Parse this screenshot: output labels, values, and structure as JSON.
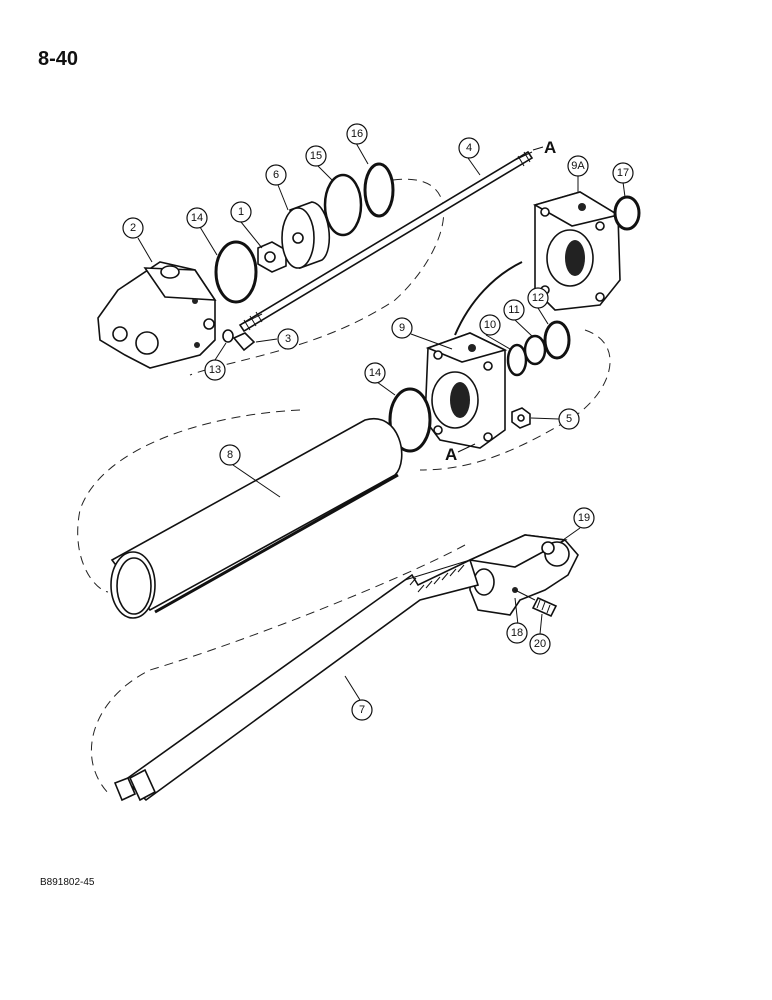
{
  "page": {
    "number": "8-40",
    "figure_code": "B891802-45"
  },
  "reference_marks": {
    "top": "A",
    "bottom": "A"
  },
  "callouts": {
    "c1": "1",
    "c2": "2",
    "c3": "3",
    "c4": "4",
    "c5": "5",
    "c6": "6",
    "c7": "7",
    "c8": "8",
    "c9": "9",
    "c9a": "9A",
    "c10": "10",
    "c11": "11",
    "c12": "12",
    "c13": "13",
    "c14a": "14",
    "c14b": "14",
    "c15": "15",
    "c16": "16",
    "c17": "17",
    "c18": "18",
    "c19": "19",
    "c20": "20"
  }
}
